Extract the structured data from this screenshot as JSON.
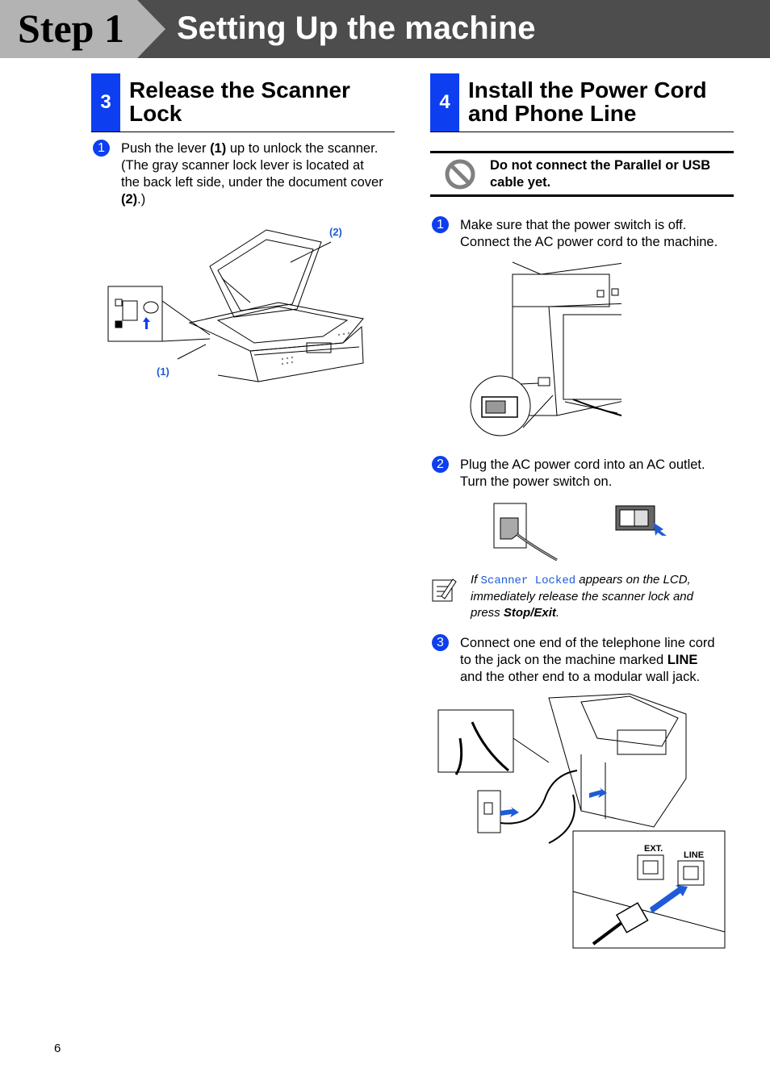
{
  "header": {
    "step_label": "Step 1",
    "title": "Setting Up the machine"
  },
  "section3": {
    "number": "3",
    "title_line1": "Release the Scanner",
    "title_line2": "Lock",
    "step1": {
      "bullet": "1",
      "line1_pre": "Push the lever ",
      "line1_bold": "(1)",
      "line1_post": " up to unlock the scanner.",
      "line2": "(The gray scanner lock lever is located at",
      "line3": "the back left side, under the document cover",
      "line4_bold": "(2)",
      "line4_post": ".)"
    },
    "callout1": "(1)",
    "callout2": "(2)"
  },
  "section4": {
    "number": "4",
    "title_line1": "Install the Power Cord",
    "title_line2": "and Phone Line",
    "warning": {
      "line1": "Do not connect the Parallel or USB",
      "line2": "cable yet."
    },
    "step1": {
      "bullet": "1",
      "line1": "Make sure that the power switch is off.",
      "line2": "Connect the AC power cord to the machine."
    },
    "step2": {
      "bullet": "2",
      "line1": "Plug the AC power cord into an AC outlet.",
      "line2": "Turn the power switch on."
    },
    "note": {
      "if": "If ",
      "lcd": "Scanner Locked",
      "line1_post": " appears on the LCD,",
      "line2": "immediately release the scanner lock and",
      "line3_pre": "press ",
      "line3_bold": "Stop/Exit",
      "line3_post": "."
    },
    "step3": {
      "bullet": "3",
      "line1": "Connect one end of the telephone line cord",
      "line2_pre": "to the jack on the machine marked ",
      "line2_bold": "LINE",
      "line3": "and the other end to a modular wall jack."
    },
    "jack_ext": "EXT.",
    "jack_line": "LINE"
  },
  "footer": {
    "page_number": "6"
  },
  "colors": {
    "accent": "#0d3ff0",
    "header_dark": "#4d4d4d",
    "header_light": "#b3b3b3",
    "callout": "#1e5bd6"
  }
}
